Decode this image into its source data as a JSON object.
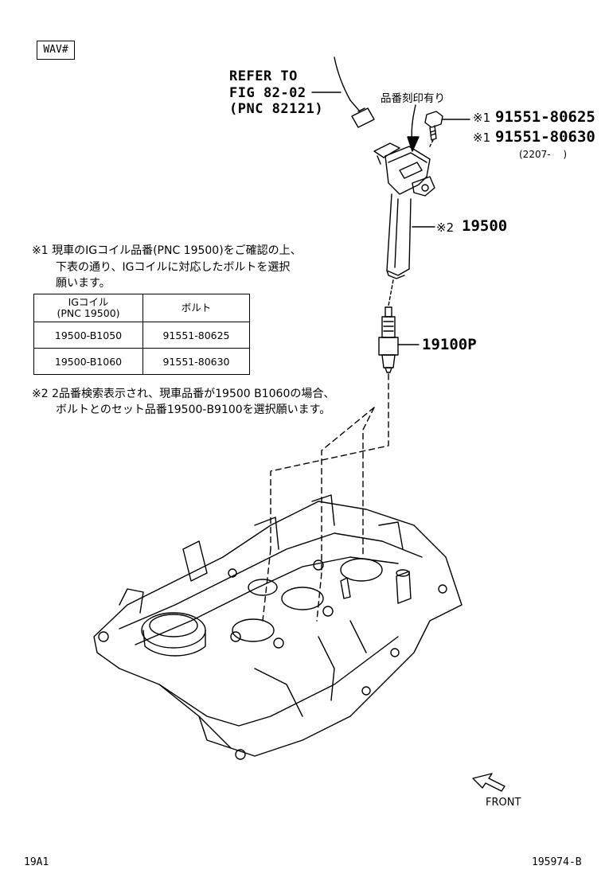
{
  "header": {
    "code_box": "WAV#"
  },
  "refer": {
    "line1": "REFER TO",
    "line2": "FIG 82-02",
    "line3": "(PNC 82121)"
  },
  "callouts": {
    "stamp_note": "品番刻印有り",
    "bolt_1_mark": "※1",
    "bolt_1": "91551-80625",
    "bolt_2_mark": "※1",
    "bolt_2": "91551-80630",
    "bolt_2_date": "(2207-　 )",
    "coil_mark": "※2",
    "coil": "19500",
    "plug": "19100P",
    "front": "FRONT"
  },
  "notes": {
    "note1_line1": "※1 現車のIGコイル品番(PNC 19500)をご確認の上、",
    "note1_line2": "下表の通り、IGコイルに対応したボルトを選択",
    "note1_line3": "願います。",
    "note2_line1": "※2 2品番検索表示され、現車品番が19500 B1060の場合、",
    "note2_line2": "ボルトとのセット品番19500-B9100を選択願います。"
  },
  "table": {
    "head_col1_line1": "IGコイル",
    "head_col1_line2": "(PNC 19500)",
    "head_col2": "ボルト",
    "rows": [
      {
        "coil": "19500-B1050",
        "bolt": "91551-80625"
      },
      {
        "coil": "19500-B1060",
        "bolt": "91551-80630"
      }
    ]
  },
  "footer": {
    "left": "19A1",
    "right": "195974-B"
  }
}
